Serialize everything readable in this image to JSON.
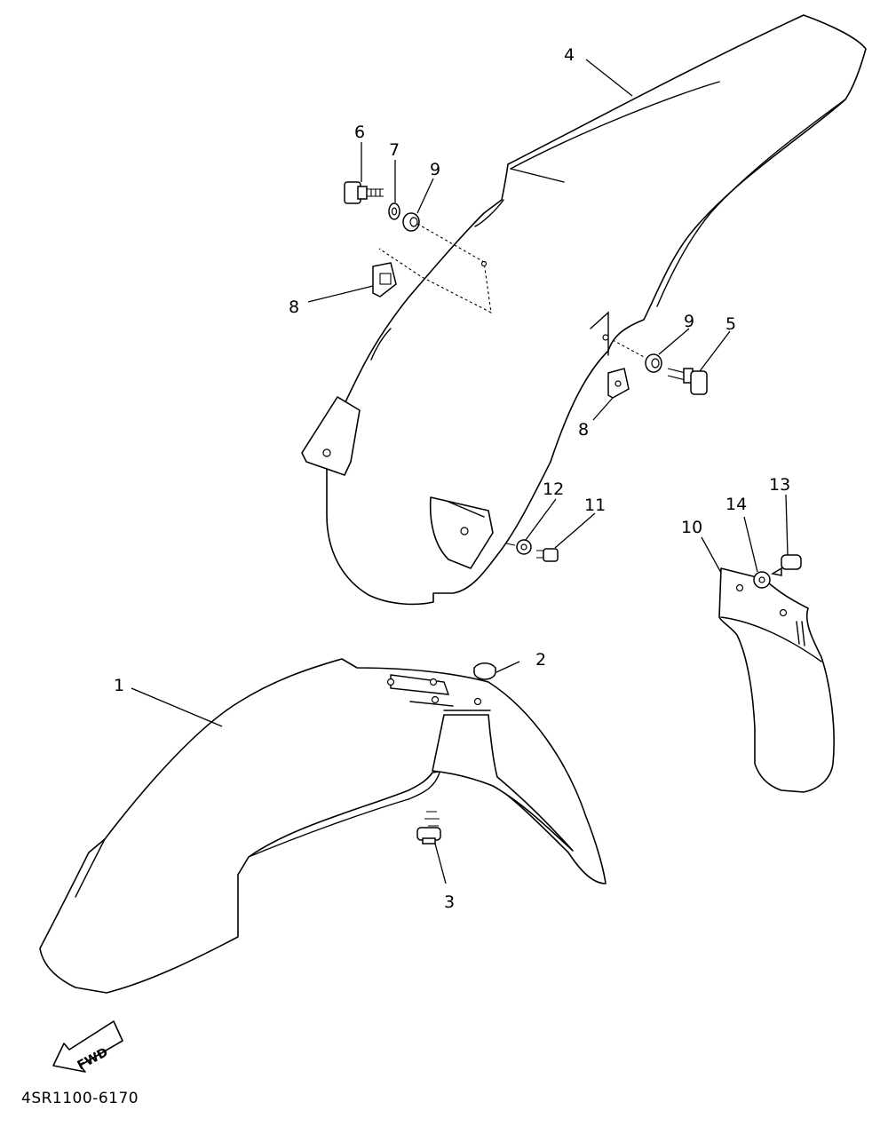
{
  "drawing_code": "4SR1100-6170",
  "direction_label": "FWD",
  "callouts": {
    "c1": "1",
    "c2": "2",
    "c3": "3",
    "c4": "4",
    "c5": "5",
    "c6": "6",
    "c7": "7",
    "c8a": "8",
    "c8b": "8",
    "c9a": "9",
    "c9b": "9",
    "c10": "10",
    "c11": "11",
    "c12": "12",
    "c13": "13",
    "c14": "14"
  }
}
